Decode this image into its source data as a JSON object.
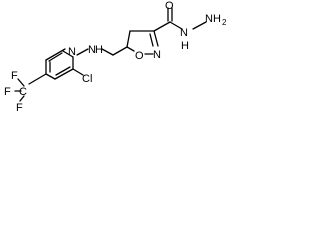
{
  "structure": {
    "labels": {
      "n_pyridine": "N",
      "nh": "N",
      "h_amine": "H",
      "cl": "Cl",
      "f_top": "F",
      "f_left": "F",
      "f_bottom": "F",
      "c_cf3": "C",
      "o_isoxazole": "O",
      "n_isoxazole": "N",
      "o_carbonyl": "O",
      "n_hydrazide": "N",
      "h_hydrazide": "H",
      "nh2": "NH",
      "nh2_subscript": "2"
    }
  }
}
